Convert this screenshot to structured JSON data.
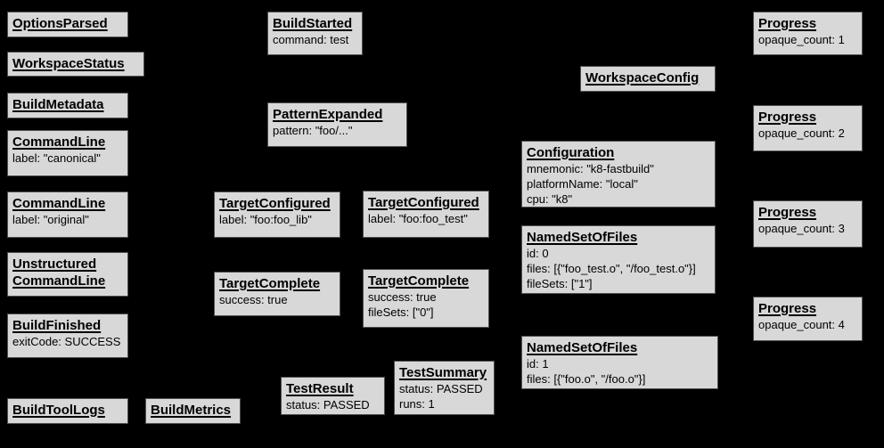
{
  "diagram": {
    "description": "Bazel Build Event Protocol event graph",
    "colors": {
      "background": "#000000",
      "node_fill": "#d8d8d8",
      "node_border": "#4f4f4f",
      "text": "#000000"
    }
  },
  "boxes": [
    {
      "title": "OptionsParsed",
      "lines": []
    },
    {
      "title": "WorkspaceStatus",
      "lines": []
    },
    {
      "title": "BuildMetadata",
      "lines": []
    },
    {
      "title": "CommandLine",
      "lines": [
        "label: \"canonical\""
      ]
    },
    {
      "title": "CommandLine",
      "lines": [
        "label: \"original\""
      ]
    },
    {
      "title": "Unstructured CommandLine",
      "lines": []
    },
    {
      "title": "BuildFinished",
      "lines": [
        "exitCode: SUCCESS"
      ]
    },
    {
      "title": "BuildToolLogs",
      "lines": []
    },
    {
      "title": "BuildStarted",
      "lines": [
        "command: test"
      ]
    },
    {
      "title": "PatternExpanded",
      "lines": [
        "pattern: \"foo/...\""
      ]
    },
    {
      "title": "TargetConfigured",
      "lines": [
        "label: \"foo:foo_lib\""
      ]
    },
    {
      "title": "TargetComplete",
      "lines": [
        "success: true"
      ]
    },
    {
      "title": "TestResult",
      "lines": [
        "status: PASSED"
      ]
    },
    {
      "title": "BuildMetrics",
      "lines": []
    },
    {
      "title": "TargetConfigured",
      "lines": [
        "label: \"foo:foo_test\""
      ]
    },
    {
      "title": "TargetComplete",
      "lines": [
        "success: true",
        "fileSets: [\"0\"]"
      ]
    },
    {
      "title": "TestSummary",
      "lines": [
        "status: PASSED",
        "runs: 1"
      ]
    },
    {
      "title": "WorkspaceConfig",
      "lines": []
    },
    {
      "title": "Configuration",
      "lines": [
        "mnemonic: \"k8-fastbuild\"",
        "platformName: \"local\"",
        "cpu: \"k8\""
      ]
    },
    {
      "title": "NamedSetOfFiles",
      "lines": [
        "id: 0",
        "files: [{\"foo_test.o\", \"/foo_test.o\"}]",
        "fileSets: [\"1\"]"
      ]
    },
    {
      "title": "NamedSetOfFiles",
      "lines": [
        "id: 1",
        "files: [{\"foo.o\", \"/foo.o\"}]"
      ]
    },
    {
      "title": "Progress",
      "lines": [
        "opaque_count: 1"
      ]
    },
    {
      "title": "Progress",
      "lines": [
        "opaque_count: 2"
      ]
    },
    {
      "title": "Progress",
      "lines": [
        "opaque_count: 3"
      ]
    },
    {
      "title": "Progress",
      "lines": [
        "opaque_count: 4"
      ]
    }
  ]
}
